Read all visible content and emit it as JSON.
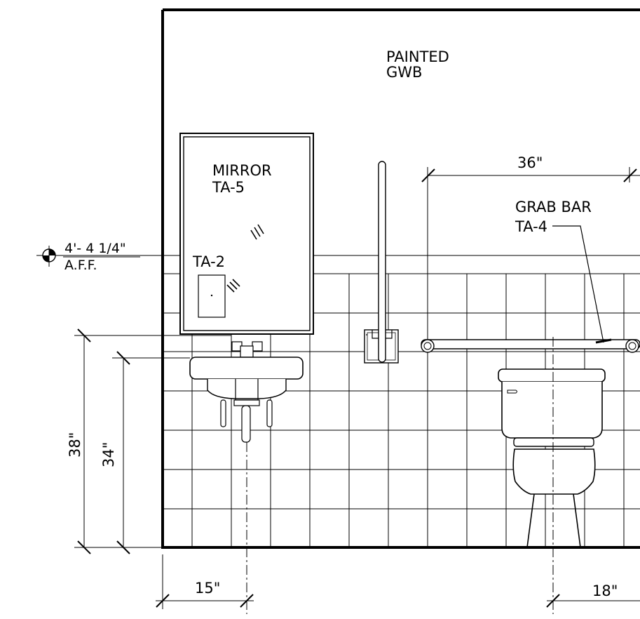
{
  "notes": {
    "wall_finish": [
      "PAINTED",
      "GWB"
    ],
    "mirror": [
      "MIRROR",
      "TA-5"
    ],
    "dispenser": "TA-2",
    "grab_bar": [
      "GRAB BAR",
      "TA-4"
    ],
    "elevation_marker": [
      "4'- 4 1/4\"",
      "A.F.F."
    ]
  },
  "dimensions": {
    "grab_bar_length": "36\"",
    "mirror_bottom_height": "38\"",
    "lavatory_height": "34\"",
    "lavatory_from_wall": "15\"",
    "toilet_from_wall": "18\""
  }
}
